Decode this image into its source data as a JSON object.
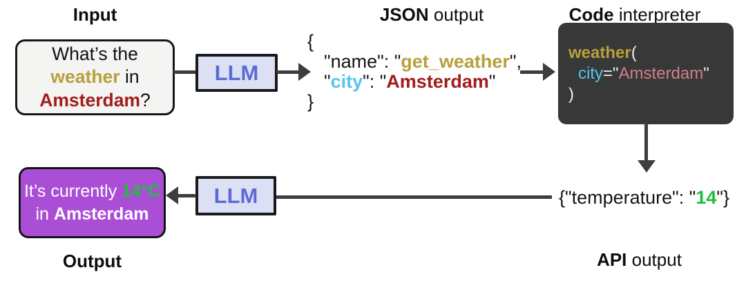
{
  "colors": {
    "gold": "#b7a03c",
    "red": "#a31c1c",
    "cyan": "#55c5f0",
    "salmon": "#cf8187",
    "green": "#1fbe3a",
    "purple": "#ab4ed6",
    "lavender": "#dce0f5",
    "llmblue": "#5b6bd5",
    "arrow": "#3d3d3d",
    "codebg": "#383838",
    "inputbg": "#f4f4f2"
  },
  "labels": {
    "input": "Input",
    "json": {
      "bold": "JSON",
      "rest": " output"
    },
    "code": {
      "bold": "Code",
      "rest": " interpreter"
    },
    "output": "Output",
    "api": {
      "bold": "API",
      "rest": " output"
    }
  },
  "input_box": {
    "l1_pre": "What’s the ",
    "l1_highlight": "weather",
    "l1_post": " in",
    "l2_city": "Amsterdam",
    "l2_post": "?"
  },
  "llm_top": {
    "label": "LLM"
  },
  "llm_bottom": {
    "label": "LLM"
  },
  "json_output": {
    "brace_open": "{",
    "line1": {
      "pre": "\"name\": \"",
      "value": "get_weather",
      "post": "\","
    },
    "line2": {
      "pre": "\"",
      "key": "city",
      "mid": "\": \"",
      "value": "Amsterdam",
      "post": "\""
    },
    "brace_close": "}"
  },
  "code_box": {
    "line1": {
      "fn": "weather",
      "paren": "("
    },
    "line2": {
      "key": "city",
      "eq": "=",
      "quote_open": "\"",
      "value": "Amsterdam",
      "quote_close": "\""
    },
    "line3": {
      "paren": ")"
    }
  },
  "api_result": {
    "pre": "{\"temperature\": \"",
    "value": "14",
    "post": "\"}"
  },
  "output_box": {
    "l1_pre": "It’s currently ",
    "l1_temp": "14°C",
    "l2_pre": "in ",
    "l2_city": "Amsterdam"
  }
}
